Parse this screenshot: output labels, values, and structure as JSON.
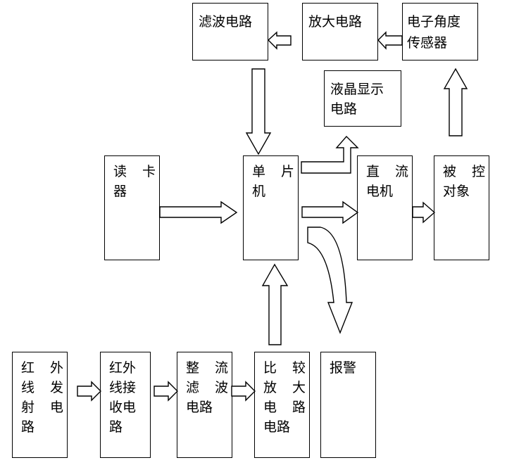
{
  "blocks": {
    "filter_top": {
      "lines": [
        "滤波电路"
      ]
    },
    "amp_top": {
      "lines": [
        "放大电路"
      ]
    },
    "angle_sensor": {
      "lines": [
        "电子角度",
        "传感器"
      ]
    },
    "lcd": {
      "lines": [
        "液晶显示",
        "电路"
      ]
    },
    "card_reader": {
      "lines": [
        "读 卡",
        "器"
      ]
    },
    "mcu": {
      "lines": [
        "单 片",
        "机"
      ]
    },
    "dc_motor": {
      "lines": [
        "直 流",
        "电机"
      ]
    },
    "controlled_object": {
      "lines": [
        "被 控",
        "对象"
      ]
    },
    "ir_transmitter": {
      "lines": [
        "红 外",
        "线 发",
        "射 电",
        "路"
      ]
    },
    "ir_receiver": {
      "lines": [
        "红外",
        "线接",
        "收电",
        "路"
      ]
    },
    "rectifier_filter": {
      "lines": [
        "整 流",
        "滤 波",
        "电路"
      ]
    },
    "comparator_amp": {
      "lines": [
        "比 较",
        "放 大",
        "电 路",
        "电路"
      ]
    },
    "alarm": {
      "lines": [
        "报警"
      ]
    }
  }
}
